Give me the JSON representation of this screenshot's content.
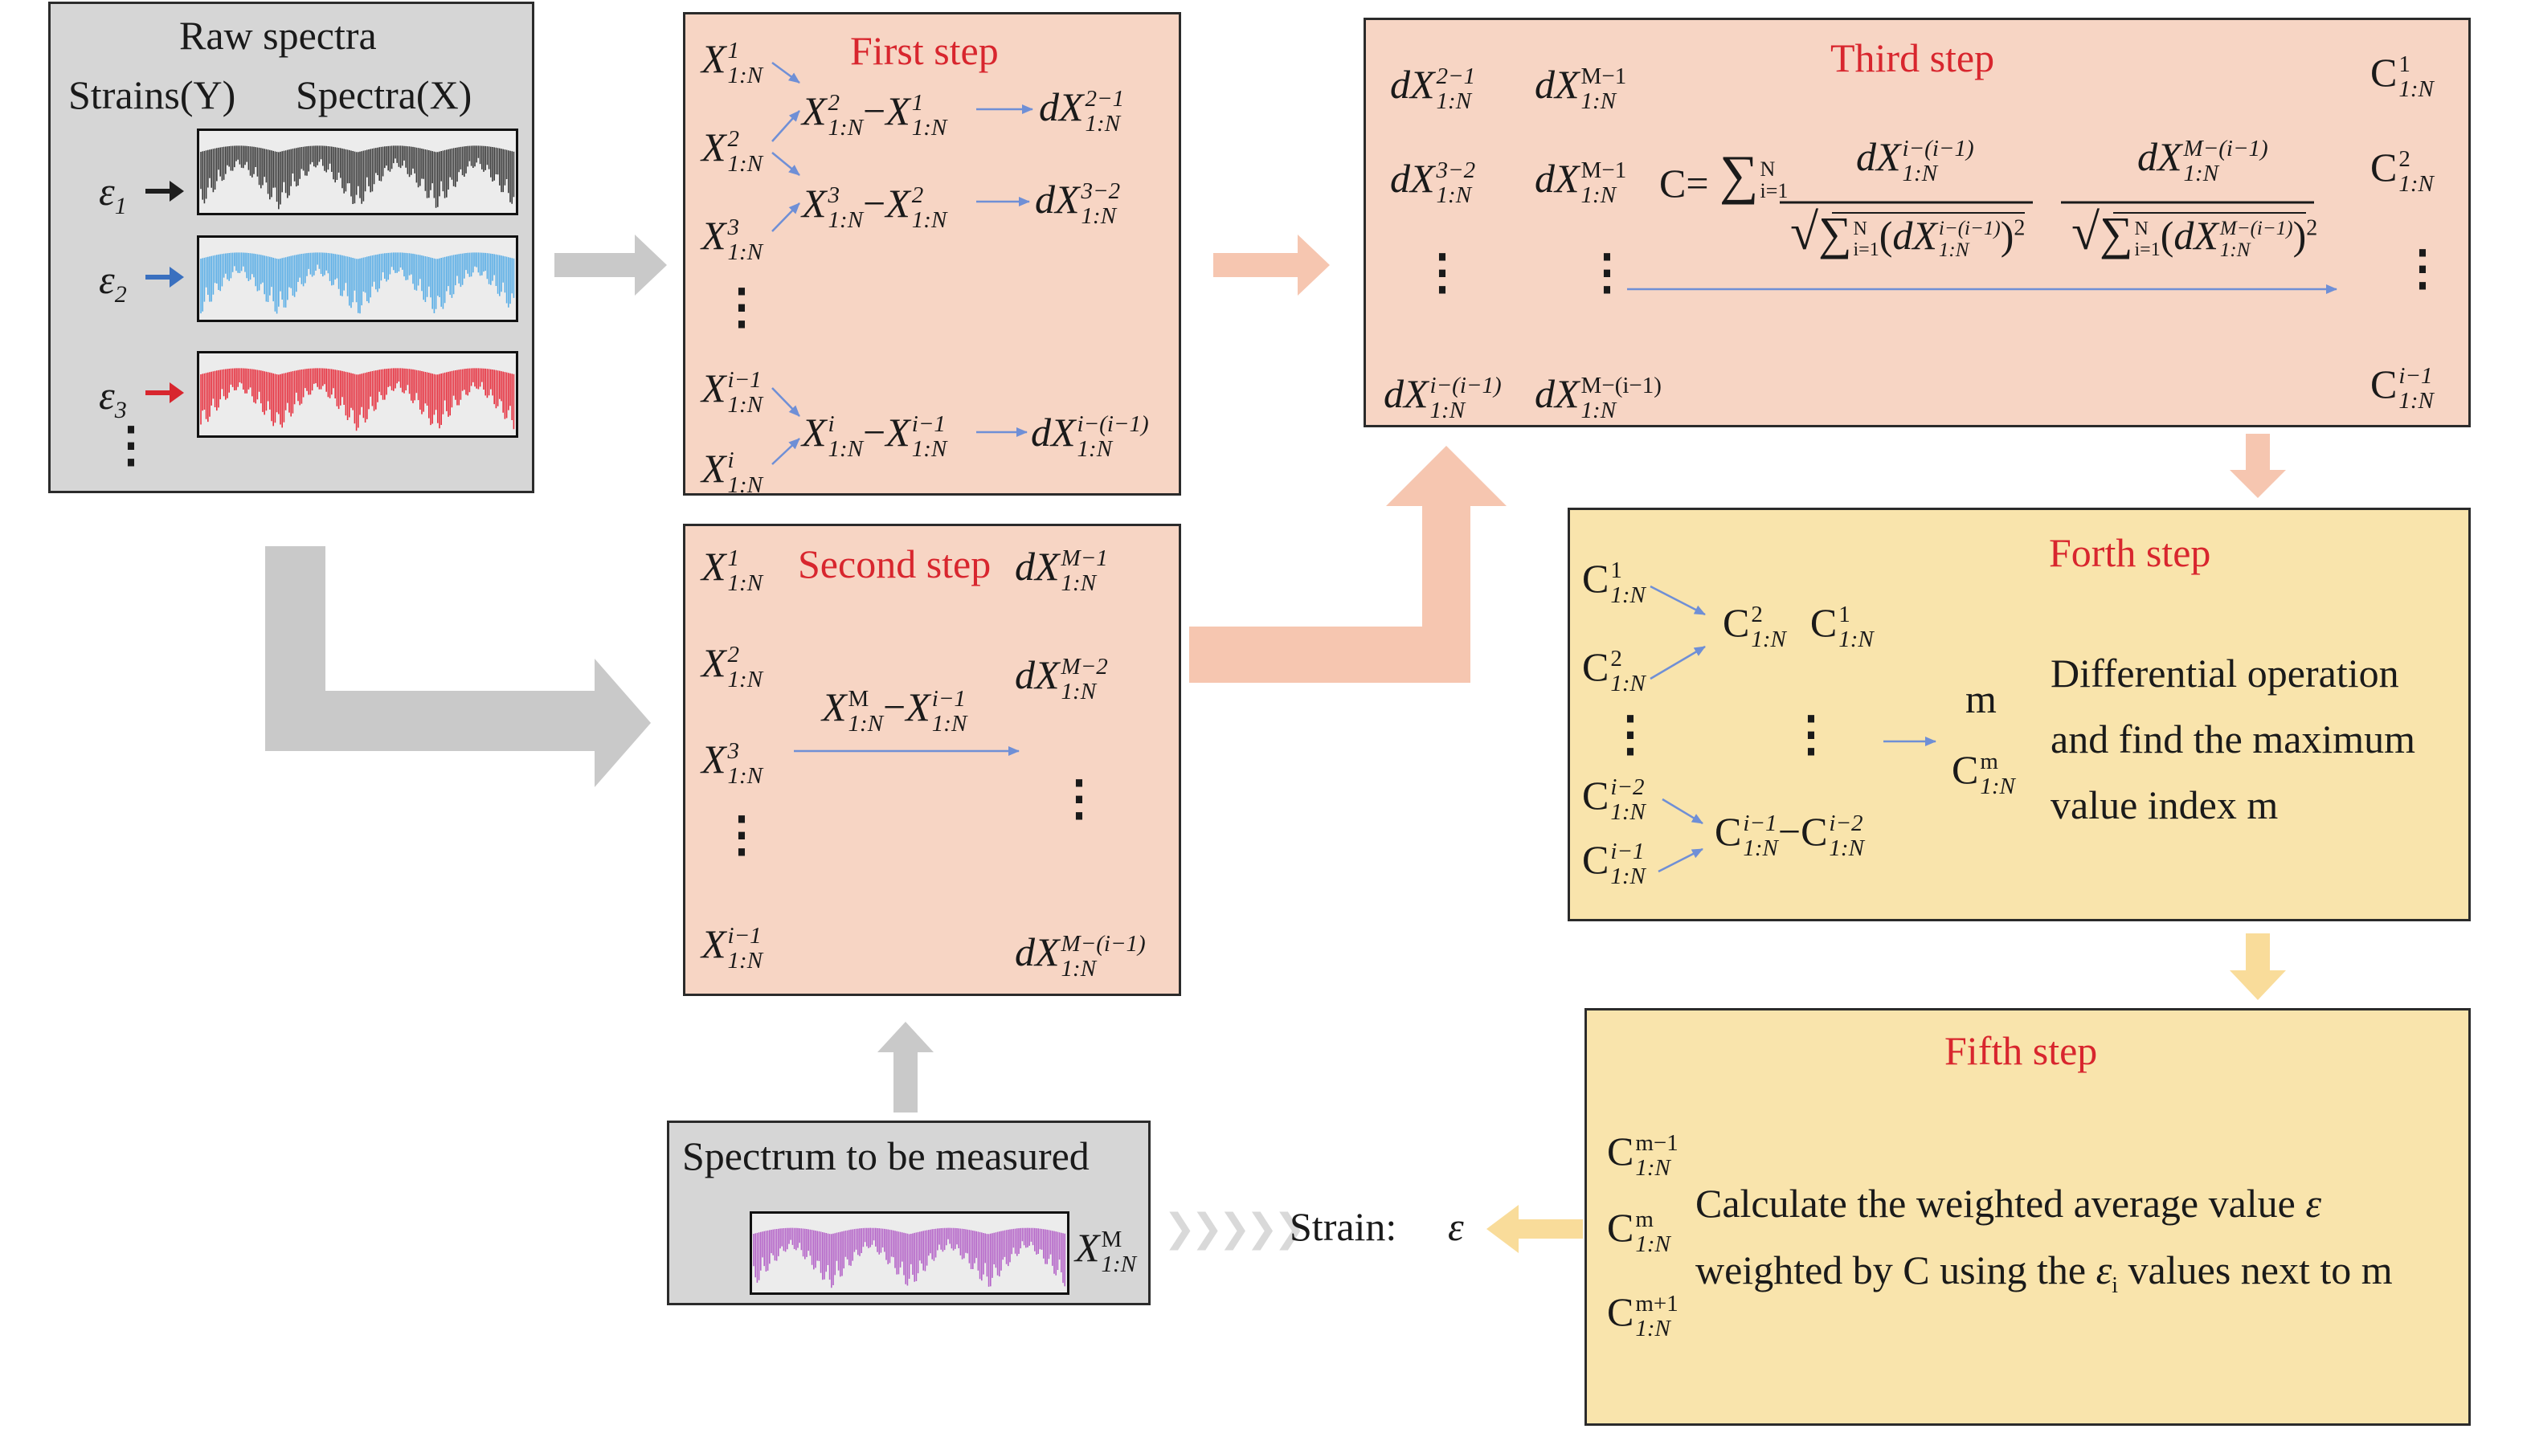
{
  "raw": {
    "title": "Raw spectra",
    "strains_label": "Strains(Y)",
    "spectra_label": "Spectra(X)",
    "eps": [
      {
        "sym": "ε",
        "sub": "1",
        "color": "#1e1e1e"
      },
      {
        "sym": "ε",
        "sub": "2",
        "color": "#3a70bf"
      },
      {
        "sym": "ε",
        "sub": "3",
        "color": "#d8262e"
      }
    ],
    "spectrum_colors": [
      "#3a3a3a",
      "#5aaee6",
      "#e6303e"
    ],
    "more": "⋮"
  },
  "first": {
    "title": "First step",
    "rows": [
      {
        "a": "X",
        "a_sup": "1",
        "a_sub": "1:N"
      },
      {
        "a": "X",
        "a_sup": "2",
        "a_sub": "1:N"
      },
      {
        "a": "X",
        "a_sup": "3",
        "a_sub": "1:N"
      },
      {
        "a": "X",
        "a_sup": "i−1",
        "a_sub": "1:N"
      },
      {
        "a": "X",
        "a_sup": "i",
        "a_sub": "1:N"
      }
    ],
    "diffs": [
      {
        "x1": "X",
        "s1": "2",
        "x2": "X",
        "s2": "1",
        "sub": "1:N",
        "op": "−",
        "d": "dX",
        "dsup": "2−1"
      },
      {
        "x1": "X",
        "s1": "3",
        "x2": "X",
        "s2": "2",
        "sub": "1:N",
        "op": "−",
        "d": "dX",
        "dsup": "3−2"
      },
      {
        "x1": "X",
        "s1": "i",
        "x2": "X",
        "s2": "i−1",
        "sub": "1:N",
        "op": "−",
        "d": "dX",
        "dsup": "i−(i−1)"
      }
    ],
    "more": "⋮"
  },
  "second": {
    "title": "Second step",
    "left": [
      {
        "sup": "1",
        "sub": "1:N"
      },
      {
        "sup": "2",
        "sub": "1:N"
      },
      {
        "sup": "3",
        "sub": "1:N"
      },
      {
        "sup": "i−1",
        "sub": "1:N"
      }
    ],
    "right": [
      {
        "d": "dX",
        "sup": "M−1",
        "sub": "1:N"
      },
      {
        "d": "dX",
        "sup": "M−2",
        "sub": "1:N"
      },
      {
        "d": "dX",
        "sup": "M−(i−1)",
        "sub": "1:N"
      }
    ],
    "formula": {
      "x1": "X",
      "s1": "M",
      "op": "−",
      "x2": "X",
      "s2": "i−1",
      "sub": "1:N"
    },
    "x": "X",
    "more": "⋮"
  },
  "third": {
    "title": "Third step",
    "col1": [
      "2−1",
      "3−2",
      "i−(i−1)"
    ],
    "col2": [
      "M−1",
      "M−1",
      "M−(i−1)"
    ],
    "results": [
      "1",
      "2",
      "i−1"
    ],
    "d": "dX",
    "c": "C",
    "sub": "1:N",
    "formula_lhs": "C=",
    "sum": "∑",
    "sum_top": "N",
    "sum_bot": "i=1",
    "num1_sup": "i−(i−1)",
    "num2_sup": "M−(i−1)",
    "den_sq": "2",
    "more": "⋮"
  },
  "forth": {
    "title": "Forth step",
    "c": "C",
    "sub": "1:N",
    "left": [
      "1",
      "2",
      "i−2",
      "i−1"
    ],
    "mid_top": [
      "2",
      "1"
    ],
    "mid_bot": [
      "i−1",
      "i−2"
    ],
    "m": "m",
    "cm_sup": "m",
    "desc": [
      "Differential operation",
      "and find the maximum",
      "value index m"
    ],
    "more": "⋮"
  },
  "fifth": {
    "title": "Fifth step",
    "c": "C",
    "sub": "1:N",
    "sups": [
      "m−1",
      "m",
      "m+1"
    ],
    "line1": "Calculate the weighted average value",
    "line1_sym": "ε",
    "line2a": "weighted by C using the",
    "line2_sym": "ε",
    "line2_sub": "i",
    "line2b": "values next to m"
  },
  "measure": {
    "title": "Spectrum to be measured",
    "x": "X",
    "sup": "M",
    "sub": "1:N",
    "spectrum_color": "#b463c8",
    "chevrons": "❯❯❯❯❯",
    "strain_label": "Strain:",
    "strain_sym": "ε"
  },
  "colors": {
    "gray_arrow": "#c9c9c9",
    "pink_arrow": "#f6c6b0",
    "yellow_arrow": "#f9dc9a",
    "thin_arrow": "#6f8fd6"
  }
}
